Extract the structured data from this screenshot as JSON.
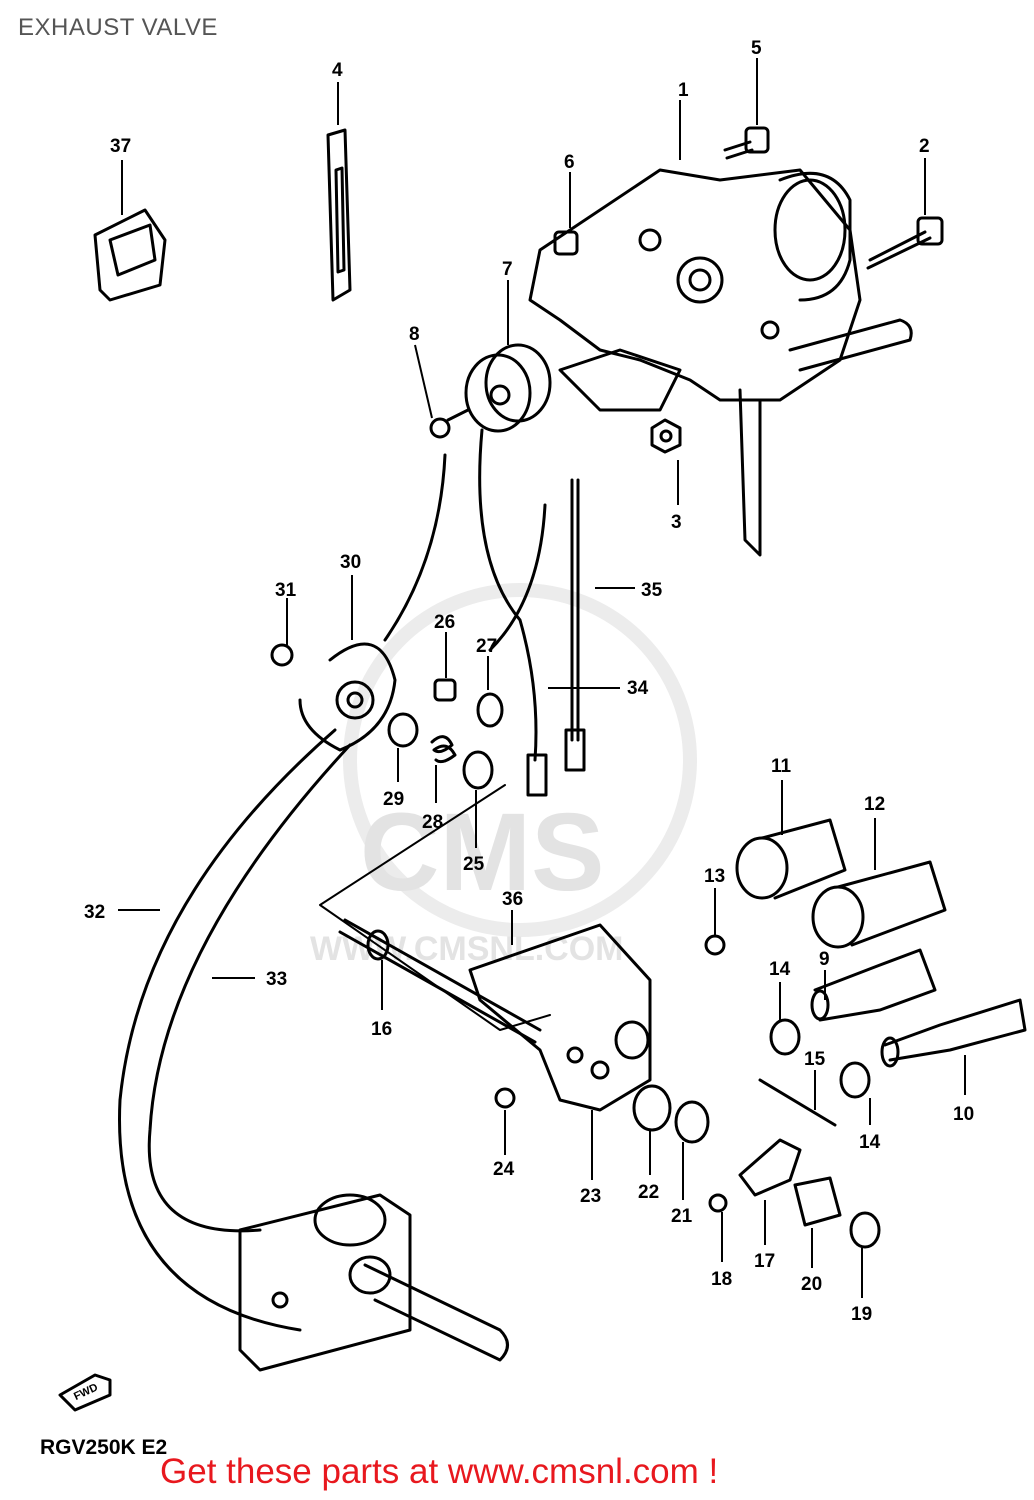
{
  "header": {
    "title": "EXHAUST VALVE"
  },
  "footer": {
    "model_code": "RGV250K E2",
    "promo": "Get these parts at www.cmsnl.com !"
  },
  "watermark": {
    "brand": "CMS",
    "site": "WWW.CMSNL.COM"
  },
  "direction_arrow": {
    "label": "FWD"
  },
  "colors": {
    "promo": "#e8181e",
    "line": "#000000",
    "title": "#555555"
  },
  "callouts": [
    {
      "n": "1"
    },
    {
      "n": "2"
    },
    {
      "n": "3"
    },
    {
      "n": "4"
    },
    {
      "n": "5"
    },
    {
      "n": "6"
    },
    {
      "n": "7"
    },
    {
      "n": "8"
    },
    {
      "n": "9"
    },
    {
      "n": "10"
    },
    {
      "n": "11"
    },
    {
      "n": "12"
    },
    {
      "n": "13"
    },
    {
      "n": "14"
    },
    {
      "n": "14"
    },
    {
      "n": "15"
    },
    {
      "n": "16"
    },
    {
      "n": "17"
    },
    {
      "n": "18"
    },
    {
      "n": "19"
    },
    {
      "n": "20"
    },
    {
      "n": "21"
    },
    {
      "n": "22"
    },
    {
      "n": "23"
    },
    {
      "n": "24"
    },
    {
      "n": "25"
    },
    {
      "n": "26"
    },
    {
      "n": "27"
    },
    {
      "n": "28"
    },
    {
      "n": "29"
    },
    {
      "n": "30"
    },
    {
      "n": "31"
    },
    {
      "n": "32"
    },
    {
      "n": "33"
    },
    {
      "n": "34"
    },
    {
      "n": "35"
    },
    {
      "n": "36"
    },
    {
      "n": "37"
    }
  ]
}
